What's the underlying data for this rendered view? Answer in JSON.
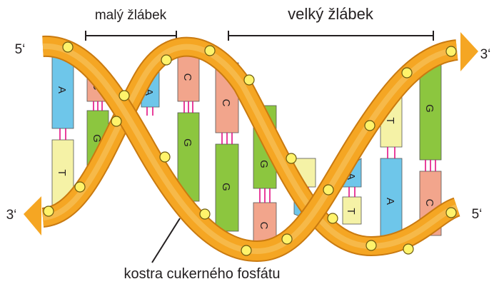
{
  "labels": {
    "minor_groove": "malý žlábek",
    "major_groove": "velký žlábek",
    "backbone": "kostra cukerného fosfátu",
    "five_prime_top_left": "5‘",
    "three_prime_top_right": "3‘",
    "three_prime_bottom_left": "3‘",
    "five_prime_bottom_right": "5‘"
  },
  "bases": {
    "a": "A",
    "c": "C",
    "g": "G",
    "t": "T"
  },
  "colors": {
    "strand_outer": "#f5a623",
    "strand_inner": "#f7c25a",
    "strand_edge": "#c97a10",
    "phosphate": "#fff36b",
    "adenine": "#6ec6ea",
    "cytosine": "#f2a58c",
    "guanine": "#8cc63f",
    "thymine": "#f5f2a6",
    "hydrogen_bond": "#e0007a"
  }
}
